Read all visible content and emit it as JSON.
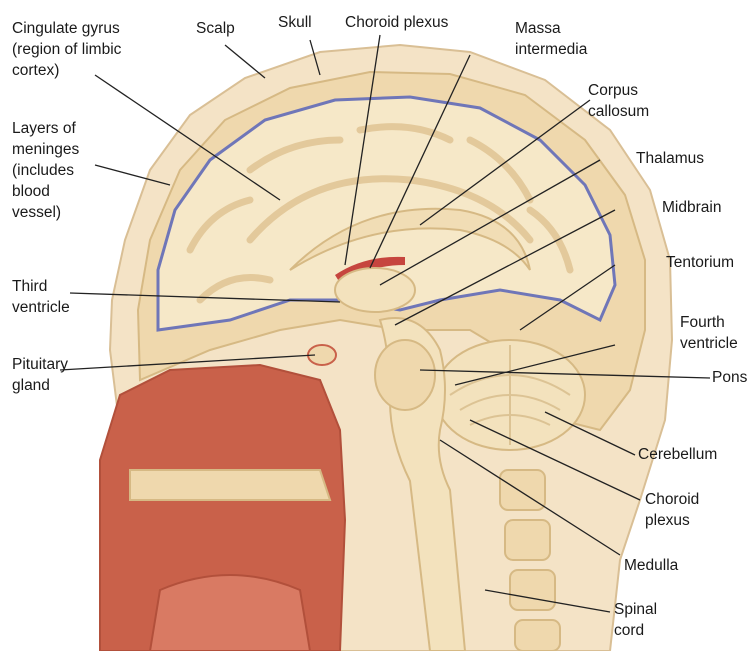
{
  "colors": {
    "skin": "#f4e3c6",
    "brain": "#f6e8c8",
    "brain_shadow": "#e3c99b",
    "meninges": "#6f76b8",
    "flesh": "#c9614a",
    "bone": "#efd8ad",
    "cartilage": "#dce3ea"
  },
  "labels": {
    "cingulate": "Cingulate gyrus\n(region of limbic\ncortex)",
    "scalp": "Scalp",
    "skull": "Skull",
    "choroid_top": "Choroid plexus",
    "massa": "Massa\nintermedia",
    "corpus": "Corpus\ncallosum",
    "thalamus": "Thalamus",
    "midbrain": "Midbrain",
    "meninges": "Layers of\nmeninges\n(includes\nblood\nvessel)",
    "tentorium": "Tentorium",
    "third_ventricle": "Third\nventricle",
    "fourth_ventricle": "Fourth\nventricle",
    "pituitary": "Pituitary\ngland",
    "pons": "Pons",
    "cerebellum": "Cerebellum",
    "choroid_bottom": "Choroid\nplexus",
    "medulla": "Medulla",
    "spinal_cord": "Spinal\ncord"
  }
}
